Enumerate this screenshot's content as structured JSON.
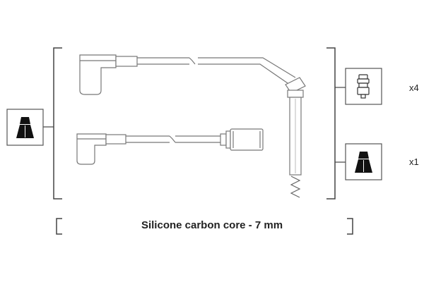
{
  "caption": "Silicone carbon core - 7 mm",
  "connectors": [
    {
      "icon": "straight-plug-connector-icon",
      "quantity": "x4"
    },
    {
      "icon": "boot-connector-icon",
      "quantity": "x1"
    }
  ],
  "left_connector": {
    "icon": "boot-connector-icon"
  },
  "colors": {
    "line": "#777777",
    "frame": "#444444",
    "boot": "#111111",
    "text": "#222222"
  }
}
